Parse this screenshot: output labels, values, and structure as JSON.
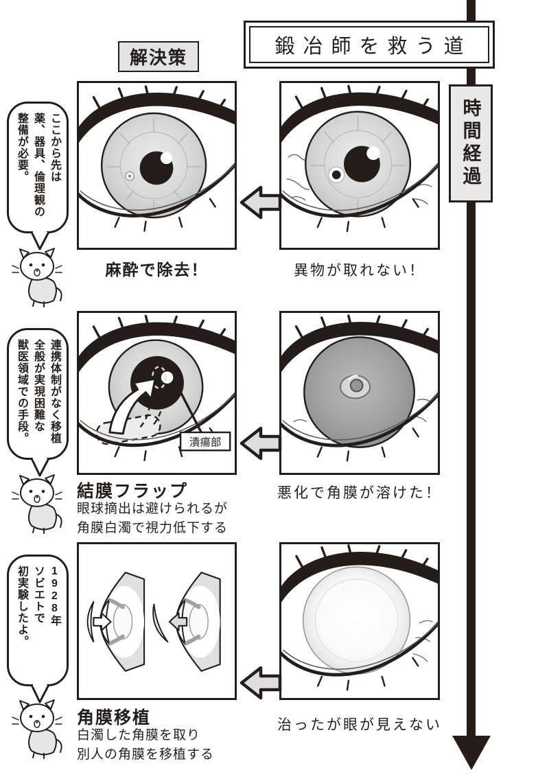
{
  "colors": {
    "ink": "#241d1a",
    "paper": "#ffffff",
    "gray_box": "#e3e3e3",
    "halftone": "#dedede"
  },
  "header": {
    "title": "鍛冶師を救う道",
    "solution_label": "解決策",
    "timeline_label": "時間経過"
  },
  "bubbles": [
    {
      "text": "ここから先は\n薬、器具、倫理観の\n整備が必要。"
    },
    {
      "text": "連携体制がなく移植\n全般が実現困難な\n獣医領域での手段。"
    },
    {
      "text": "1928年\nソビエトで\n初実験したよ。"
    }
  ],
  "rows": [
    {
      "problem_caption": "異物が取れない！",
      "solution_title": "麻酔で除去！",
      "solution_desc": ""
    },
    {
      "problem_caption": "悪化で角膜が溶けた！",
      "solution_title": "結膜フラップ",
      "solution_desc": "眼球摘出は避けられるが\n角膜白濁で視力低下する",
      "annotation": "潰瘍部"
    },
    {
      "problem_caption": "治ったが眼が見えない",
      "solution_title": "角膜移植",
      "solution_desc": "白濁した角膜を取り\n別人の角膜を移植する"
    }
  ]
}
